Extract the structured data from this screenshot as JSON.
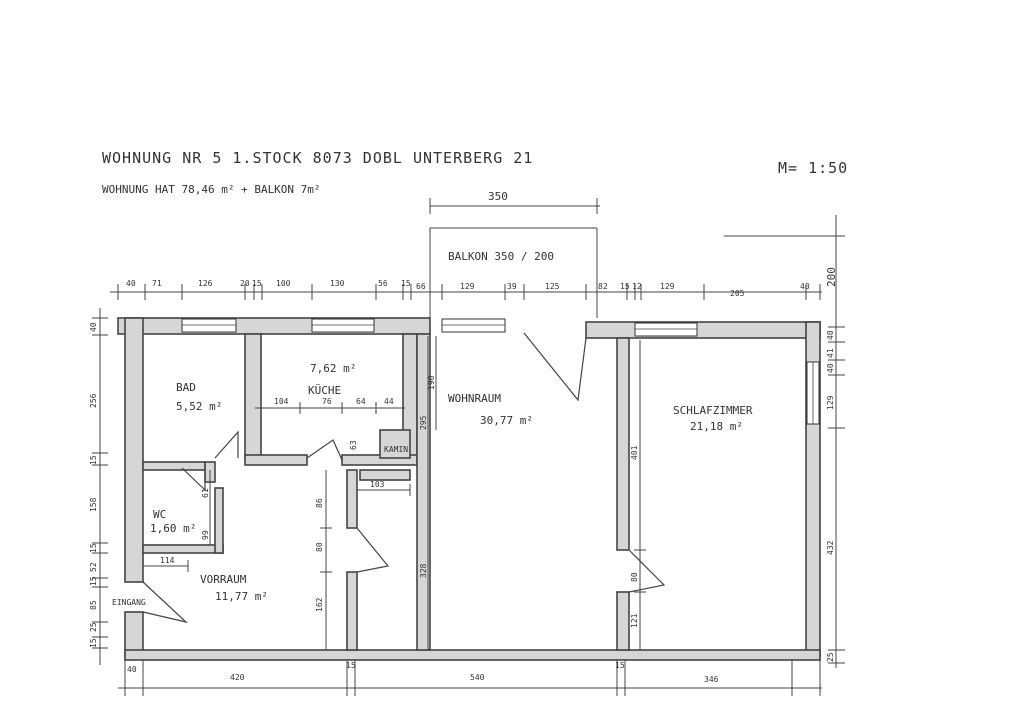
{
  "header": {
    "line1": "WOHNUNG  NR 5  1.STOCK  8073 DOBL   UNTERBERG 21",
    "line2": "WOHNUNG  HAT  78,46 m² + BALKON 7m²",
    "scale": "M= 1:50"
  },
  "balcony": {
    "label": "BALKON  350 / 200",
    "width": "350",
    "depth": "200"
  },
  "rooms": {
    "bad": {
      "name": "BAD",
      "area": "5,52 m²"
    },
    "kueche": {
      "name": "KÜCHE",
      "area": "7,62 m²"
    },
    "wohnraum": {
      "name": "WOHNRAUM",
      "area": "30,77 m²"
    },
    "schlafzimmer": {
      "name": "SCHLAFZIMMER",
      "area": "21,18 m²"
    },
    "wc": {
      "name": "WC",
      "area": "1,60 m²"
    },
    "vorraum": {
      "name": "VORRAUM",
      "area": "11,77 m²"
    },
    "eingang": {
      "name": "EINGANG"
    },
    "kamin": {
      "name": "KAMIN"
    }
  },
  "dims": {
    "top": [
      "40",
      "71",
      "126",
      "20",
      "15",
      "100",
      "130",
      "56",
      "15",
      "66",
      "129",
      "39",
      "125",
      "82",
      "15",
      "12",
      "129",
      "205",
      "40"
    ],
    "bottom": [
      "40",
      "420",
      "15",
      "540",
      "15",
      "346"
    ],
    "left": [
      "40",
      "256",
      "15",
      "158",
      "15",
      "52",
      "15",
      "85",
      "25",
      "15"
    ],
    "right": [
      "200",
      "40",
      "41",
      "40",
      "129",
      "432",
      "25"
    ],
    "kitchen": [
      "104",
      "76",
      "64",
      "44"
    ],
    "interior": {
      "d190": "190",
      "d295": "295",
      "d63": "63",
      "d103": "103",
      "d86": "86",
      "d80a": "80",
      "d162": "162",
      "d328": "328",
      "d401": "401",
      "d80b": "80",
      "d121": "121",
      "d61": "61",
      "d99": "99",
      "d114": "114"
    }
  }
}
